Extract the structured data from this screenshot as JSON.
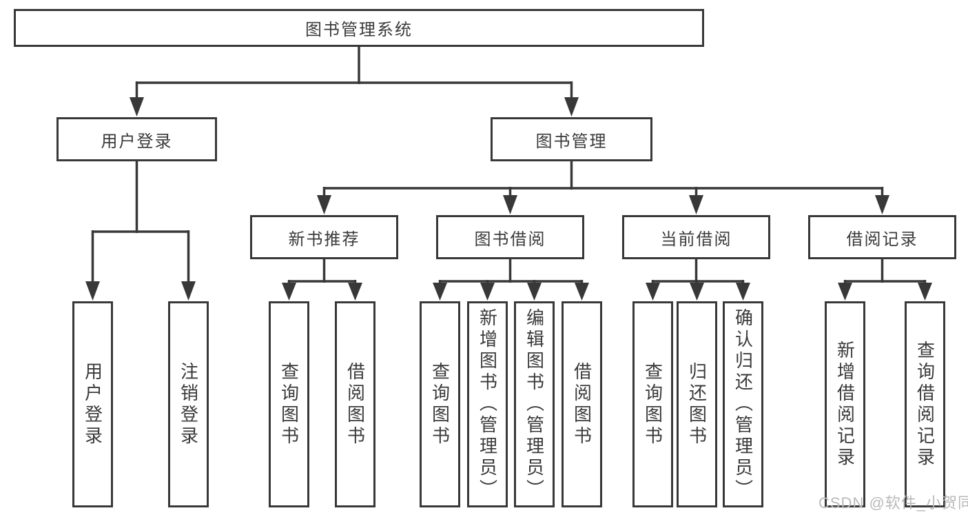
{
  "diagram": {
    "root": {
      "label": "图书管理系统"
    },
    "branches": [
      {
        "label": "用户登录",
        "children": [
          "用户登录",
          "注销登录"
        ]
      },
      {
        "label": "图书管理",
        "children": [
          {
            "label": "新书推荐",
            "children": [
              "查询图书",
              "借阅图书"
            ]
          },
          {
            "label": "图书借阅",
            "children": [
              "查询图书",
              "新增图书（管理员）",
              "编辑图书（管理员）",
              "借阅图书"
            ]
          },
          {
            "label": "当前借阅",
            "children": [
              "查询图书",
              "归还图书",
              "确认归还（管理员）"
            ]
          },
          {
            "label": "借阅记录",
            "children": [
              "新增借阅记录",
              "查询借阅记录"
            ]
          }
        ]
      }
    ]
  },
  "watermark": "CSDN @软件_小贺同学",
  "colors": {
    "line": "#383838",
    "text": "#3a3a3a",
    "background": "#ffffff",
    "watermark": "#b9b9b9"
  }
}
